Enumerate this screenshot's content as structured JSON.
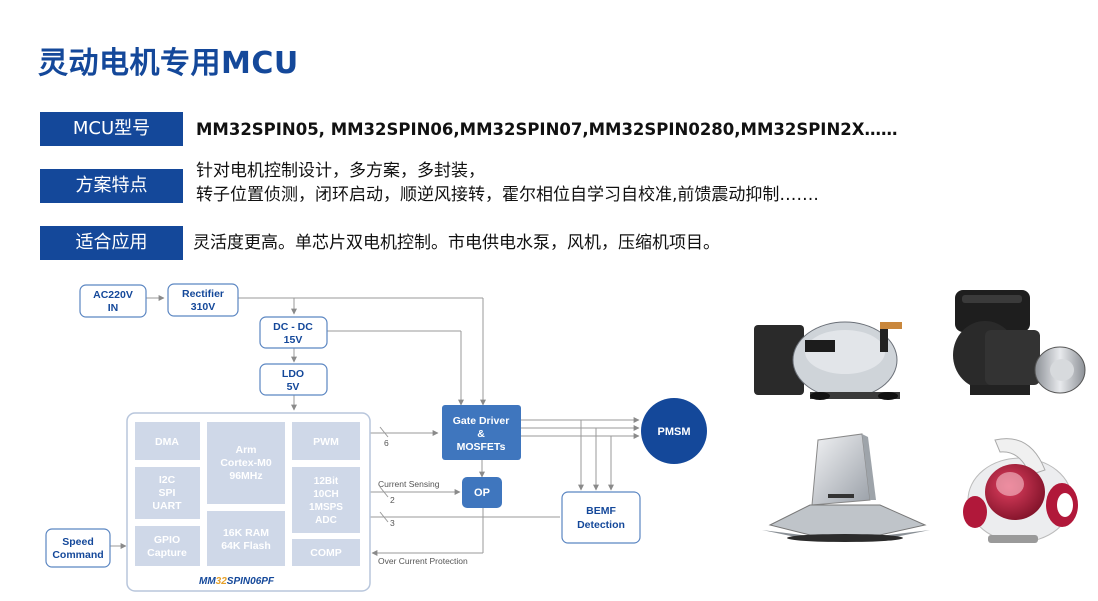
{
  "title": "灵动电机专用MCU",
  "rows": [
    {
      "label": "MCU型号",
      "lines": [
        "MM32SPIN05, MM32SPIN06,MM32SPIN07,MM32SPIN0280,MM32SPIN2X……"
      ]
    },
    {
      "label": "方案特点",
      "lines": [
        "针对电机控制设计，多方案，多封装，",
        "转子位置侦测，闭环启动，顺逆风接转，霍尔相位自学习自校准,前馈震动抑制……."
      ]
    },
    {
      "label": "适合应用",
      "lines": [
        "灵活度更高。单芯片双电机控制。市电供电水泵，风机，压缩机项目。"
      ]
    }
  ],
  "diagram": {
    "ac_in": [
      "AC220V",
      "IN"
    ],
    "rectifier": [
      "Rectifier",
      "310V"
    ],
    "dcdc": [
      "DC - DC",
      "15V"
    ],
    "ldo": [
      "LDO",
      "5V"
    ],
    "dma": "DMA",
    "arm": [
      "Arm",
      "Cortex-M0",
      "96MHz"
    ],
    "pwm": "PWM",
    "i2c": [
      "I2C",
      "SPI",
      "UART"
    ],
    "adc": [
      "12Bit",
      "10CH",
      "1MSPS",
      "ADC"
    ],
    "gpio": [
      "GPIO",
      "Capture"
    ],
    "ram": [
      "16K RAM",
      "64K Flash"
    ],
    "comp": "COMP",
    "chip_name_prefix": "MM",
    "chip_name_number": "32",
    "chip_name_suffix": "SPIN06PF",
    "gate_driver": [
      "Gate Driver",
      "&",
      "MOSFETs"
    ],
    "pmsm": "PMSM",
    "op": "OP",
    "bemf": [
      "BEMF",
      "Detection"
    ],
    "speed_command": [
      "Speed",
      "Command"
    ],
    "bus_6": "6",
    "bus_2": "2",
    "bus_3": "3",
    "current_sensing": "Current Sensing",
    "over_current": "Over Current Protection"
  },
  "colors": {
    "brand_blue": "#14489a",
    "box_stroke": "#5b86c2",
    "chip_block": "#cfd8e8",
    "line_gray": "#9a9a9a"
  },
  "photos": [
    "compressor-photo",
    "water-pump-photo",
    "range-hood-photo",
    "vacuum-cleaner-photo"
  ]
}
